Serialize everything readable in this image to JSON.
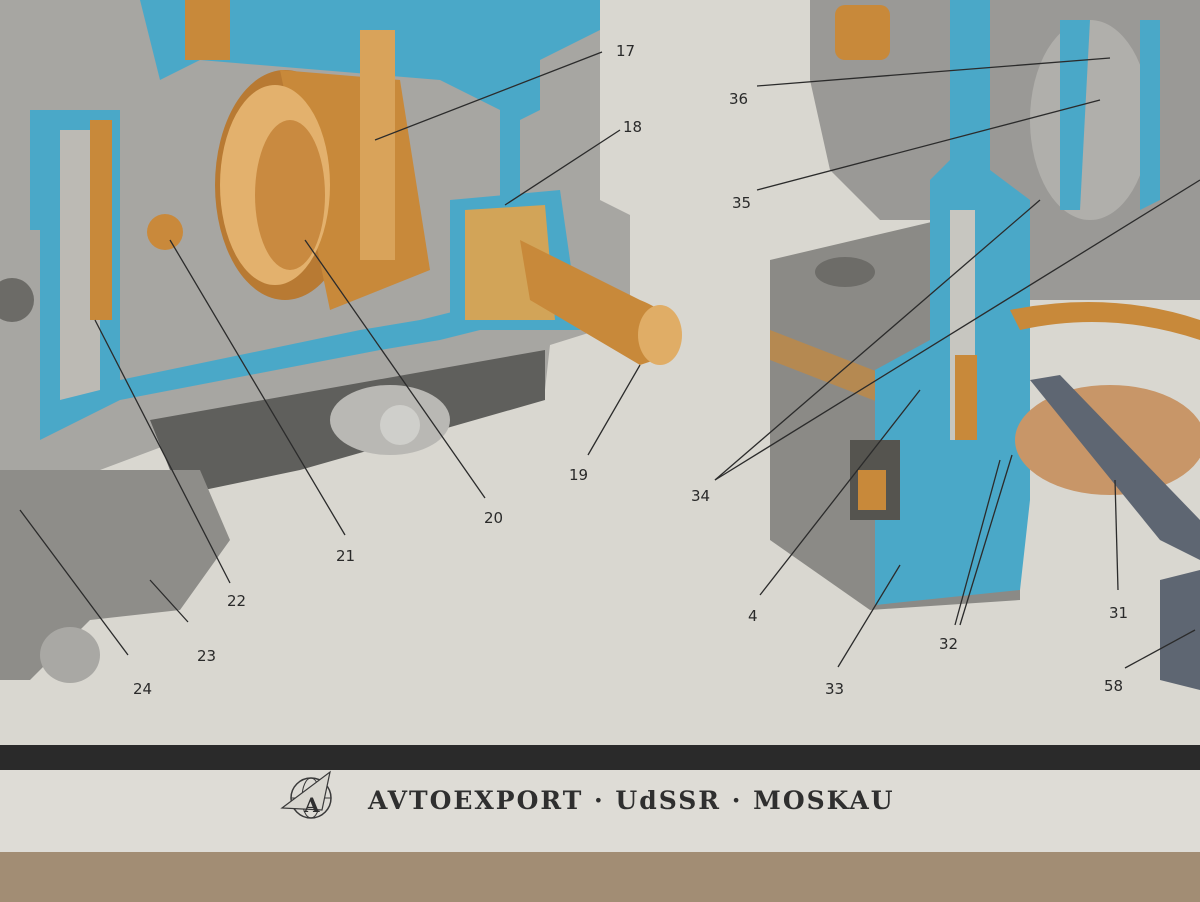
{
  "poster": {
    "publisher_text": "AVTOEXPORT · UdSSR · MOSKAU",
    "logo_letter": "A",
    "callouts": {
      "c17": "17",
      "c18": "18",
      "c19": "19",
      "c20": "20",
      "c21": "21",
      "c22": "22",
      "c23": "23",
      "c24": "24",
      "c36": "36",
      "c35": "35",
      "c34": "34",
      "c4": "4",
      "c33": "33",
      "c32": "32",
      "c31": "31",
      "c58": "58"
    }
  },
  "colors": {
    "paper": "#d9d7d0",
    "cutaway_blue": "#4aa8c8",
    "brass": "#c8893a",
    "metal_gray": "#9a9a98",
    "band": "#2a2a2a",
    "wood": "#a28d74"
  }
}
